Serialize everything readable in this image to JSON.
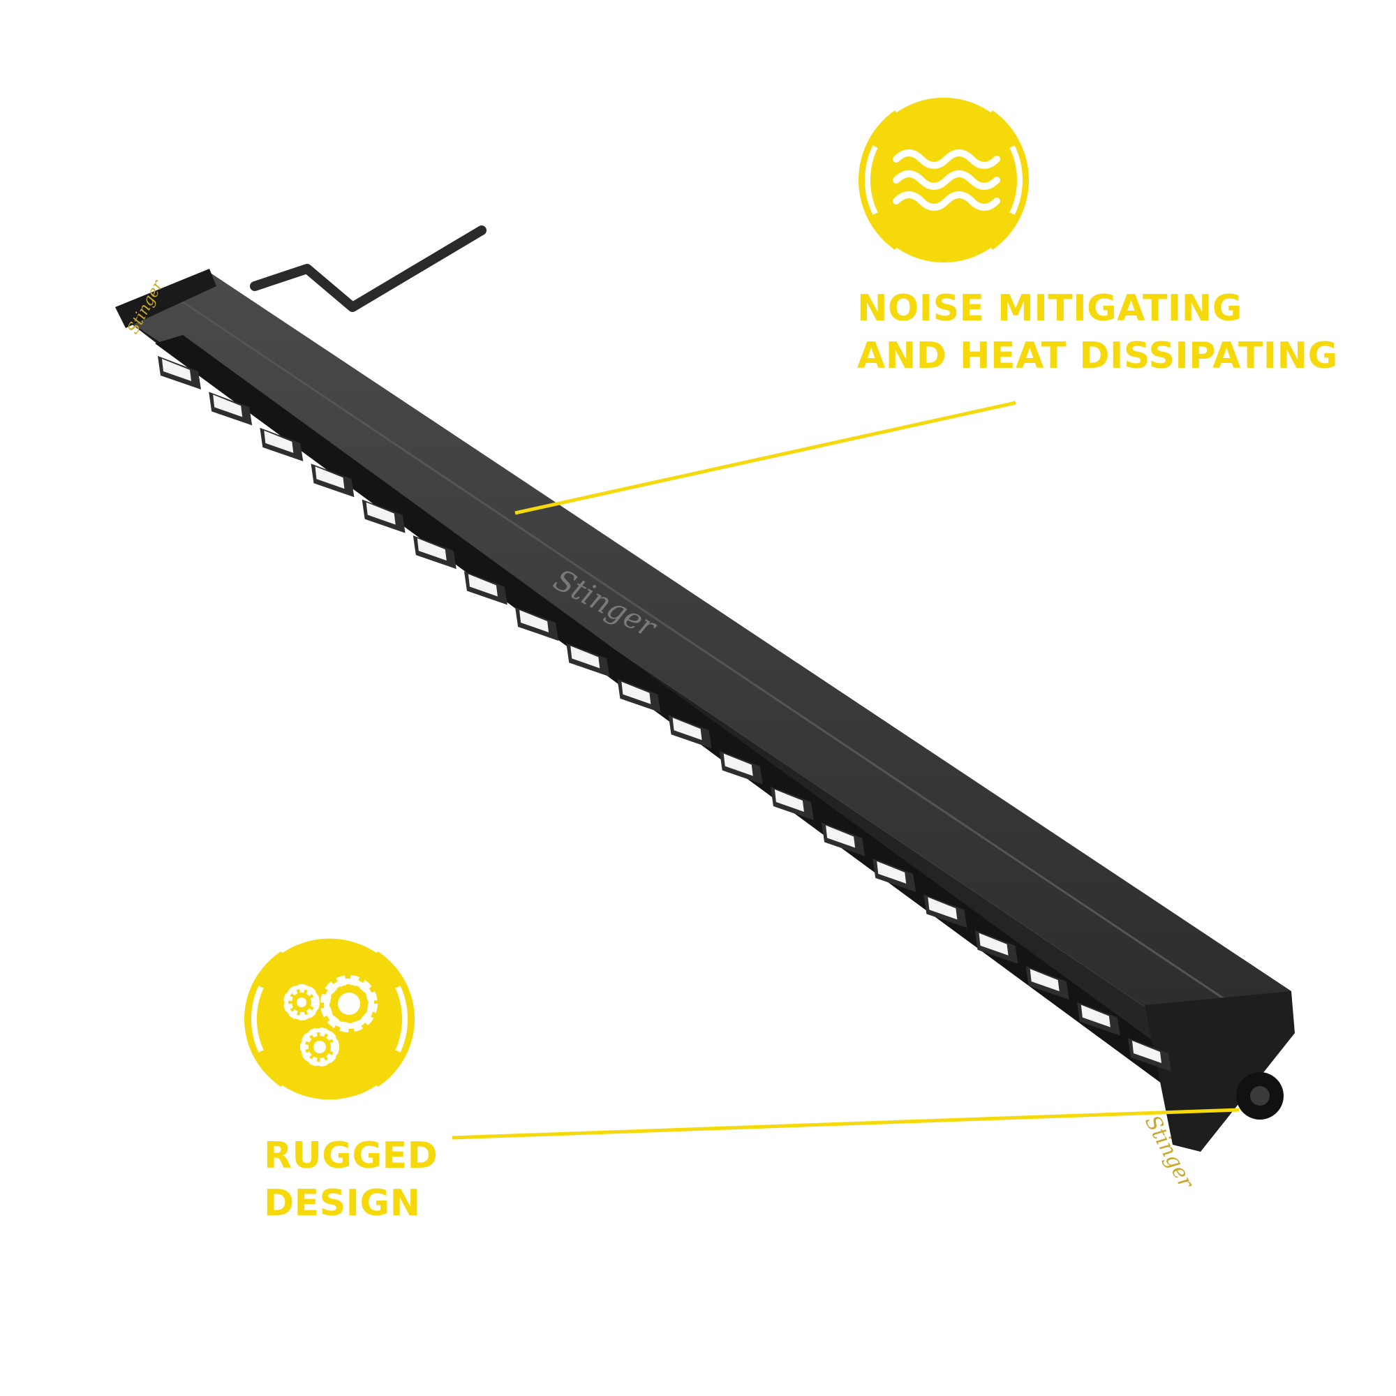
{
  "brand": {
    "logo_text": "Stinger"
  },
  "colors": {
    "accent": "#f5d90a",
    "bar_body": "#2a2a2a",
    "bar_top": "#3d3d3d",
    "background": "#ffffff"
  },
  "features": [
    {
      "icon": "waves-icon",
      "lines": [
        "NOISE MITIGATING",
        "AND HEAT DISSIPATING"
      ]
    },
    {
      "icon": "gears-icon",
      "lines": [
        "RUGGED",
        "DESIGN"
      ]
    }
  ],
  "product": {
    "led_count": 20
  }
}
